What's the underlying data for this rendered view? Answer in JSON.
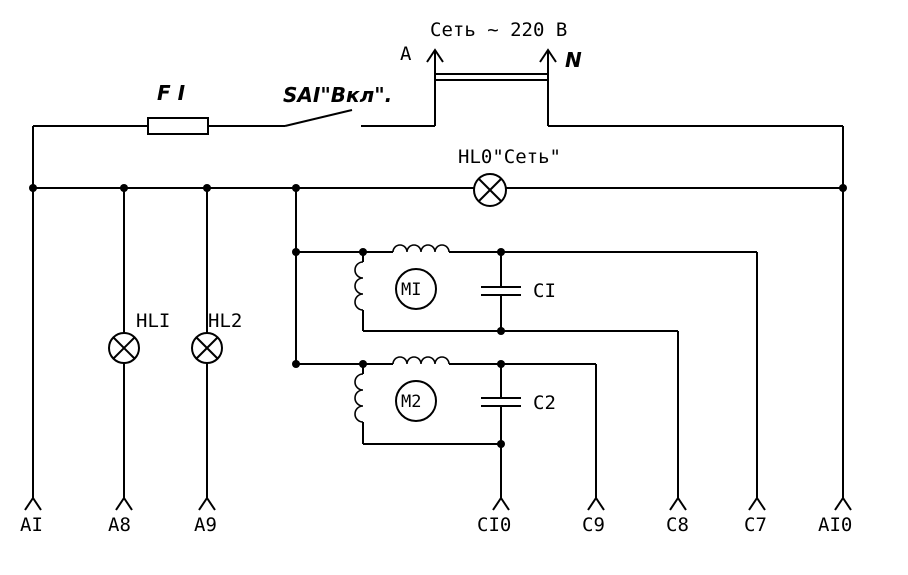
{
  "supply": {
    "title": "Сеть ~ 220 В",
    "phase": "А",
    "neutral": "N"
  },
  "fuse": {
    "label": "F I"
  },
  "switch": {
    "label": "SAI\"Вкл\"."
  },
  "main_lamp": {
    "label": "HL0\"Сеть\""
  },
  "lamps": [
    {
      "label": "HLI"
    },
    {
      "label": "HL2"
    }
  ],
  "motors": [
    {
      "label": "MI"
    },
    {
      "label": "M2"
    }
  ],
  "capacitors": [
    {
      "label": "CI"
    },
    {
      "label": "C2"
    }
  ],
  "terminals": [
    {
      "label": "AI"
    },
    {
      "label": "A8"
    },
    {
      "label": "A9"
    },
    {
      "label": "CI0"
    },
    {
      "label": "C9"
    },
    {
      "label": "C8"
    },
    {
      "label": "C7"
    },
    {
      "label": "AI0"
    }
  ]
}
